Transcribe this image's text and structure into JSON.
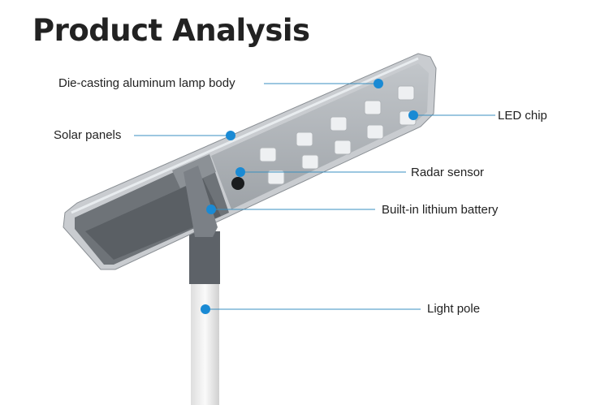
{
  "title": "Product Analysis",
  "labels": {
    "lamp_body": "Die-casting aluminum lamp body",
    "solar_panels": "Solar panels",
    "led_chip": "LED chip",
    "radar_sensor": "Radar sensor",
    "battery": "Built-in lithium battery",
    "light_pole": "Light pole"
  },
  "colors": {
    "accent": "#1a8ad4",
    "line": "#3a8fc0"
  }
}
